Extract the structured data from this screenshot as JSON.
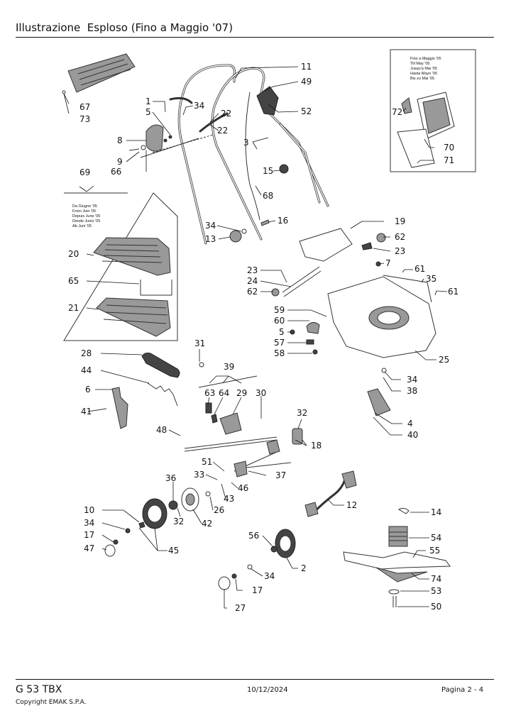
{
  "header": {
    "title": "Illustrazione  Esploso (Fino a Maggio '07)"
  },
  "footer": {
    "model": "G 53 TBX",
    "date": "10/12/2024",
    "page": "Pagina 2 - 4",
    "copyright": "Copyright EMAK S.P.A."
  },
  "notes": {
    "left_box": [
      "Da Giugno '05",
      "From Juin '05",
      "Depuis June '05",
      "Desde Junio '05",
      "Ab Juni '05"
    ],
    "right_box": [
      "Fino a Maggio '05",
      "Till May '05",
      "Jusqu'a Mai '05",
      "Hasta Mayo '05",
      "Bis zu Mai '05"
    ]
  },
  "callouts": {
    "c1": "1",
    "c2": "2",
    "c3": "3",
    "c4": "4",
    "c5a": "5",
    "c5b": "5",
    "c6": "6",
    "c7": "7",
    "c8": "8",
    "c9": "9",
    "c10": "10",
    "c11": "11",
    "c12": "12",
    "c13": "13",
    "c14": "14",
    "c15": "15",
    "c16": "16",
    "c17a": "17",
    "c17b": "17",
    "c18": "18",
    "c19": "19",
    "c20": "20",
    "c21": "21",
    "c22a": "22",
    "c22b": "22",
    "c23a": "23",
    "c23b": "23",
    "c24": "24",
    "c25": "25",
    "c26": "26",
    "c27": "27",
    "c28": "28",
    "c29": "29",
    "c30": "30",
    "c31": "31",
    "c32a": "32",
    "c32b": "32",
    "c33": "33",
    "c34a": "34",
    "c34b": "34",
    "c34c": "34",
    "c34d": "34",
    "c34e": "34",
    "c35": "35",
    "c36": "36",
    "c37": "37",
    "c38": "38",
    "c39": "39",
    "c40": "40",
    "c41": "41",
    "c42": "42",
    "c43": "43",
    "c44": "44",
    "c45": "45",
    "c46": "46",
    "c47": "47",
    "c48": "48",
    "c49": "49",
    "c50": "50",
    "c51": "51",
    "c52": "52",
    "c53": "53",
    "c54": "54",
    "c55": "55",
    "c56": "56",
    "c57": "57",
    "c58": "58",
    "c59": "59",
    "c60": "60",
    "c61a": "61",
    "c61b": "61",
    "c62a": "62",
    "c62b": "62",
    "c63": "63",
    "c64": "64",
    "c65": "65",
    "c66": "66",
    "c67": "67",
    "c68": "68",
    "c69": "69",
    "c70": "70",
    "c71": "71",
    "c72": "72",
    "c73": "73",
    "c74": "74"
  }
}
